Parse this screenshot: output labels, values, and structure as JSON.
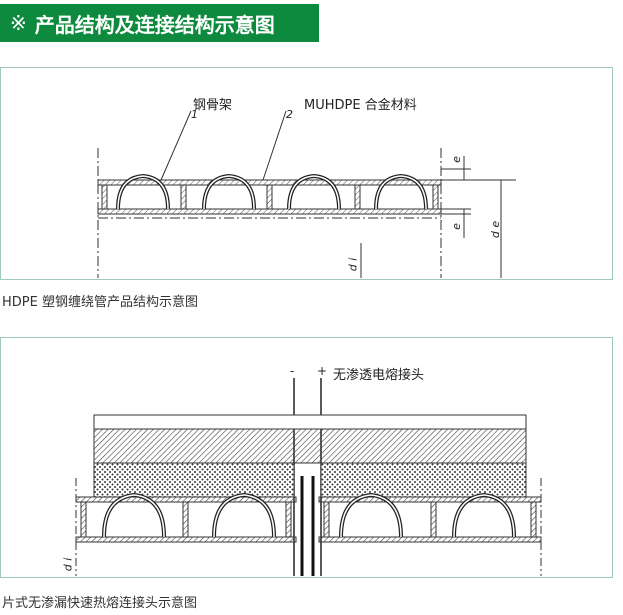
{
  "header": {
    "mark": "※",
    "title": "产品结构及连接结构示意图"
  },
  "panel1": {
    "label_steel": "钢骨架",
    "label_material": "MUHDPE 合金材料",
    "num1": "1",
    "num2": "2",
    "dim_e1": "e",
    "dim_e2": "e",
    "dim_de": "d e",
    "dim_di": "d i"
  },
  "caption1": "HDPE 塑钢缠绕管产品结构示意图",
  "panel2": {
    "minus": "-",
    "plus": "+",
    "label_joint": "无渗透电熔接头",
    "dim_di": "d i"
  },
  "caption2": "片式无渗漏快速热熔连接头示意图"
}
